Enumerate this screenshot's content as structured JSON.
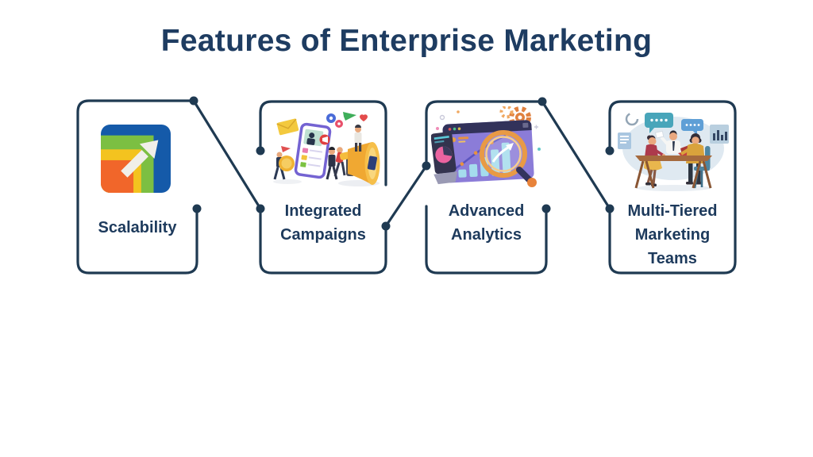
{
  "title": "Features of Enterprise Marketing",
  "colors": {
    "accent_navy": "#1f3a52",
    "title_text": "#1e3c61",
    "label_text": "#1d3a5c",
    "background": "#ffffff"
  },
  "features": [
    {
      "label": "Scalability",
      "icon": "growth-arrow-icon"
    },
    {
      "label": "Integrated\nCampaigns",
      "icon": "megaphone-campaign-illustration"
    },
    {
      "label": "Advanced\nAnalytics",
      "icon": "analytics-magnifier-illustration"
    },
    {
      "label": "Multi-Tiered\nMarketing\nTeams",
      "icon": "team-meeting-illustration"
    }
  ]
}
